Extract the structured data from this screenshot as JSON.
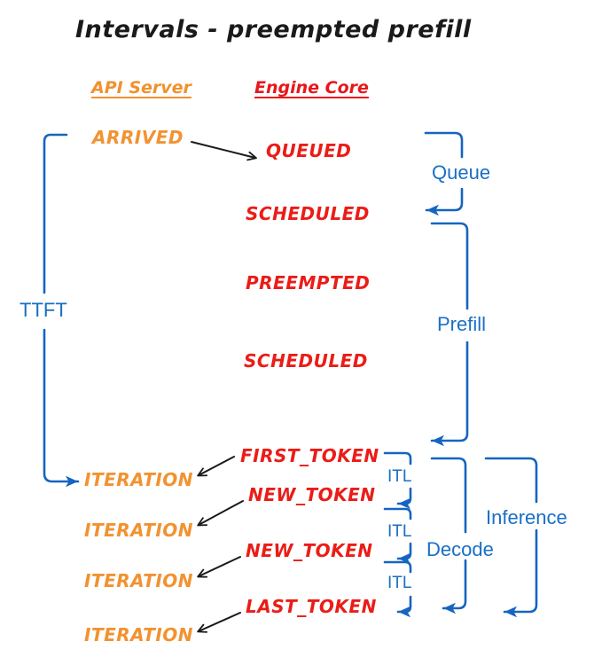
{
  "diagram": {
    "title": "Intervals - preempted prefill",
    "colors": {
      "api_orange": "#F0912D",
      "engine_red": "#E8171A",
      "interval_blue": "#1A6FC4",
      "arrow_black": "#1a1a1a",
      "background": "#FFFFFF"
    },
    "columns": [
      {
        "id": "api-server",
        "label": "API Server",
        "color": "#F0912D"
      },
      {
        "id": "engine-core",
        "label": "Engine Core",
        "color": "#E8171A"
      }
    ],
    "api_events": [
      {
        "label": "ARRIVED"
      },
      {
        "label": "ITERATION"
      },
      {
        "label": "ITERATION"
      },
      {
        "label": "ITERATION"
      },
      {
        "label": "ITERATION"
      }
    ],
    "engine_events": [
      {
        "label": "QUEUED"
      },
      {
        "label": "SCHEDULED"
      },
      {
        "label": "PREEMPTED"
      },
      {
        "label": "SCHEDULED"
      },
      {
        "label": "FIRST_TOKEN"
      },
      {
        "label": "NEW_TOKEN"
      },
      {
        "label": "NEW_TOKEN"
      },
      {
        "label": "LAST_TOKEN"
      }
    ],
    "intervals": [
      {
        "id": "ttft",
        "label": "TTFT"
      },
      {
        "id": "queue",
        "label": "Queue"
      },
      {
        "id": "prefill",
        "label": "Prefill"
      },
      {
        "id": "itl-1",
        "label": "ITL"
      },
      {
        "id": "itl-2",
        "label": "ITL"
      },
      {
        "id": "itl-3",
        "label": "ITL"
      },
      {
        "id": "decode",
        "label": "Decode"
      },
      {
        "id": "inference",
        "label": "Inference"
      }
    ]
  }
}
